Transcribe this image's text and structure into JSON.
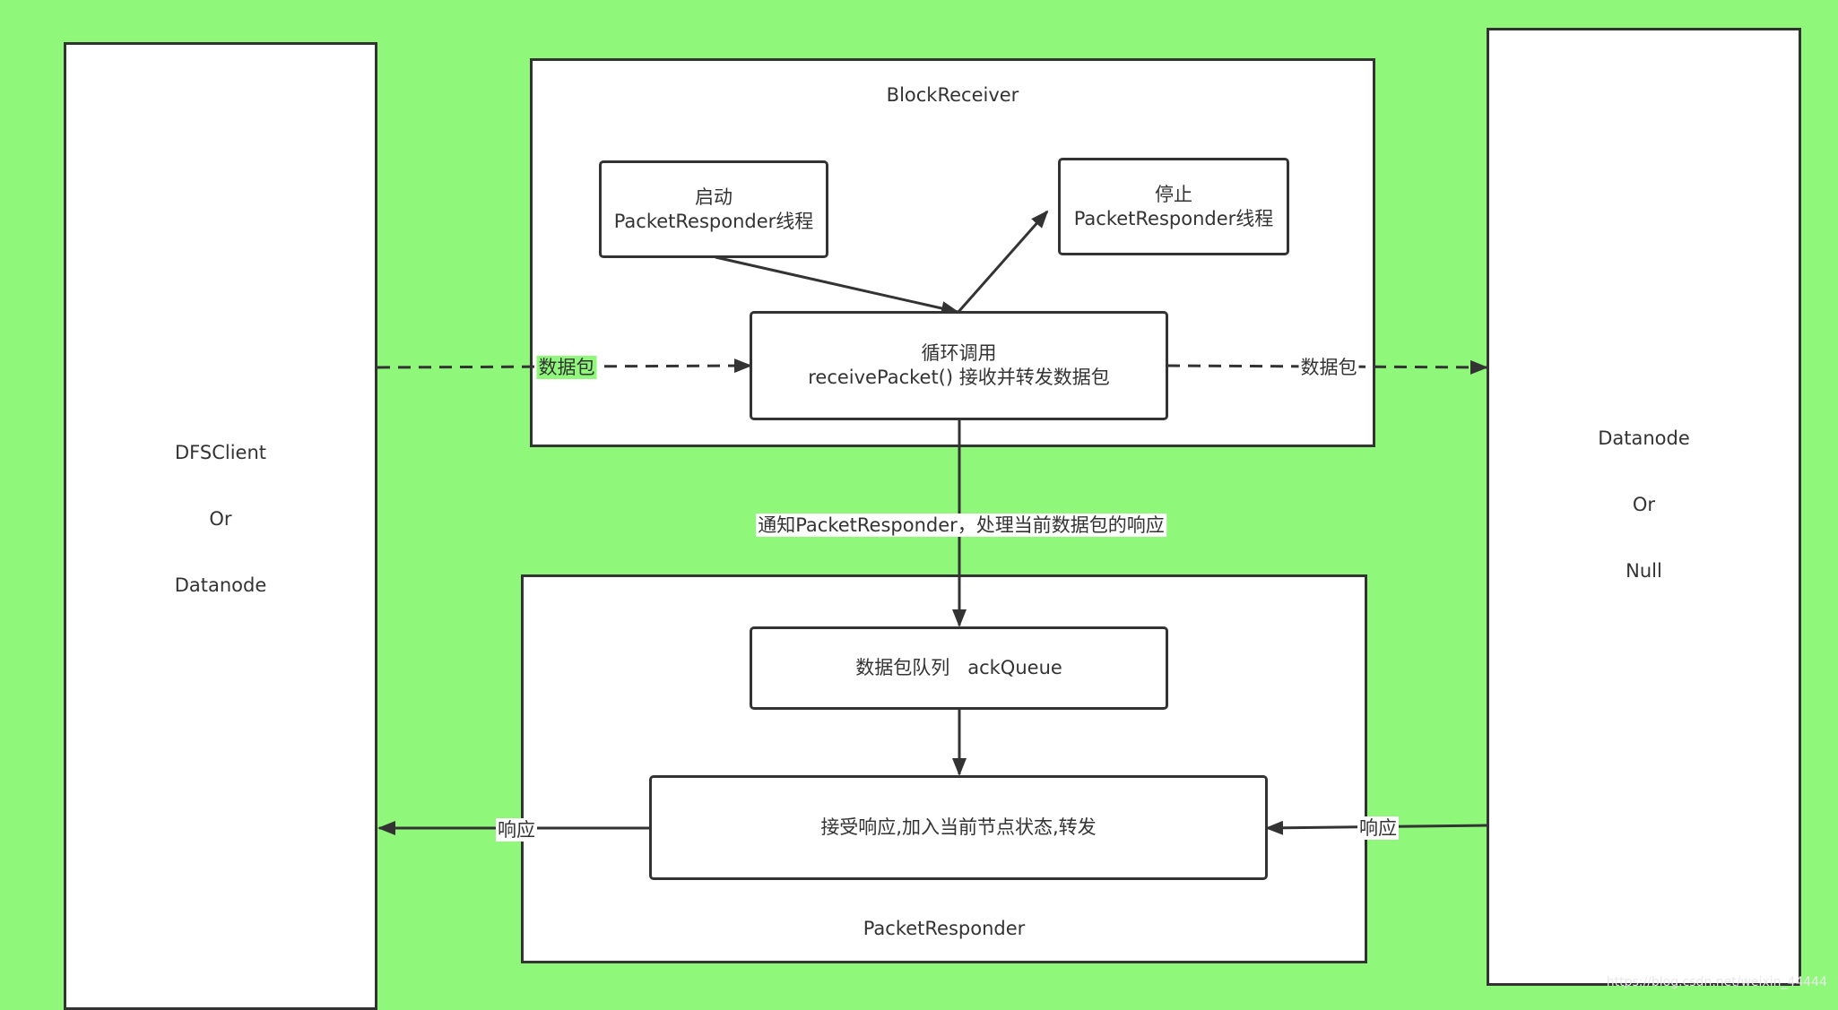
{
  "left_panel": {
    "lines": [
      "DFSClient",
      "Or",
      "Datanode"
    ]
  },
  "right_panel": {
    "lines": [
      "Datanode",
      "Or",
      "Null"
    ]
  },
  "block_receiver": {
    "title": "BlockReceiver",
    "start_node": {
      "line1": "启动",
      "line2": "PacketResponder线程"
    },
    "stop_node": {
      "line1": "停止",
      "line2": "PacketResponder线程"
    },
    "loop_node": {
      "line1": "循环调用",
      "line2": "receivePacket() 接收并转发数据包"
    }
  },
  "packet_responder": {
    "title": "PacketResponder",
    "queue_node": "数据包队列   ackQueue",
    "ack_node": "接受响应,加入当前节点状态,转发"
  },
  "edges": {
    "in_packet": "数据包",
    "out_packet": "数据包",
    "notify": "通知PacketResponder，处理当前数据包的响应",
    "ack_in": "响应",
    "ack_out": "响应"
  },
  "watermark": "https://blog.csdn.net/weixin_44444"
}
